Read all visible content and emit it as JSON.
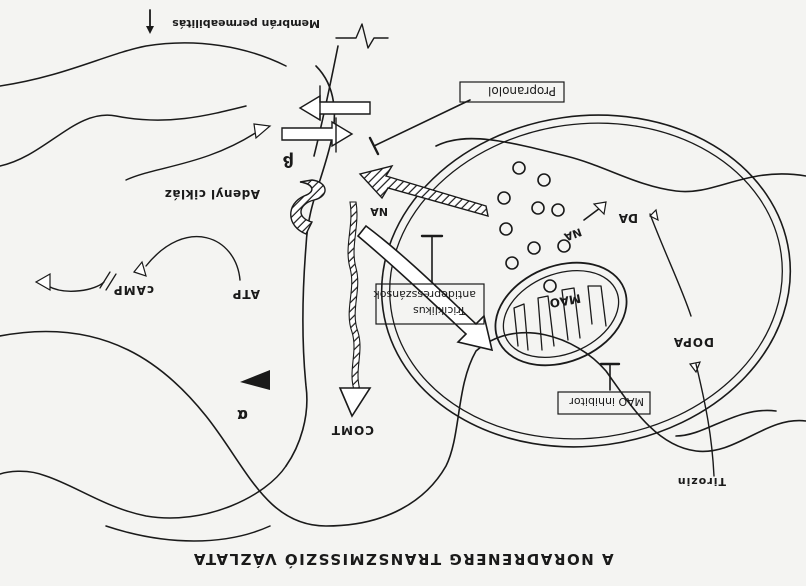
{
  "figure": {
    "title": "A NORADRENERG TRANSZMISSZIÓ VÁZLATA",
    "labels": {
      "membrane_permeability": "Membrán permeabilitás",
      "propranolol": "Propranolol",
      "adenyl_cyclase": "Adenyl cikláz",
      "beta": "β",
      "alpha": "α",
      "atp": "ATP",
      "camp": "cAMP",
      "comt": "COMT",
      "tricyclic_antidepressants": [
        "Triciklikus",
        "antidepresszánsok"
      ],
      "mao_inhibitor": "MAO inhibitor",
      "mao": "MAO",
      "tyrosine": "Tirozin",
      "dopa": "DOPA",
      "da": "DA",
      "na_synaptic": "NA",
      "na_vesicle": "NA"
    }
  }
}
